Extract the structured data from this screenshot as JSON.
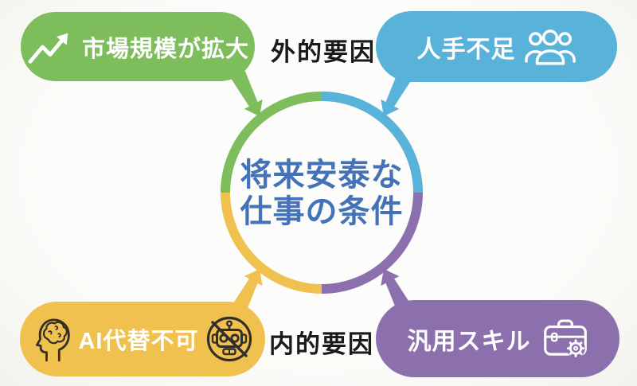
{
  "colors": {
    "green": "#7dbd5c",
    "blue": "#58b2da",
    "yellow": "#f0c14e",
    "purple": "#8b70ad",
    "center_text": "#4472b8",
    "label_text": "#1a1a1a",
    "pill_text": "#ffffff",
    "icon_light": "#ffffff",
    "icon_dark": "#322e28",
    "background": "#f8f8f6"
  },
  "center": {
    "line1": "将来安泰な",
    "line2": "仕事の条件"
  },
  "group_labels": {
    "external": "外的要因",
    "internal": "内的要因"
  },
  "nodes": {
    "market": {
      "label": "市場規模が拡大",
      "icon": "trending-up-icon"
    },
    "labor": {
      "label": "人手不足",
      "icon": "people-group-icon"
    },
    "ai": {
      "label": "AI代替不可",
      "icon_left": "brain-head-icon",
      "icon_right": "no-robot-icon"
    },
    "skills": {
      "label": "汎用スキル",
      "icon": "toolbox-gear-icon"
    }
  }
}
